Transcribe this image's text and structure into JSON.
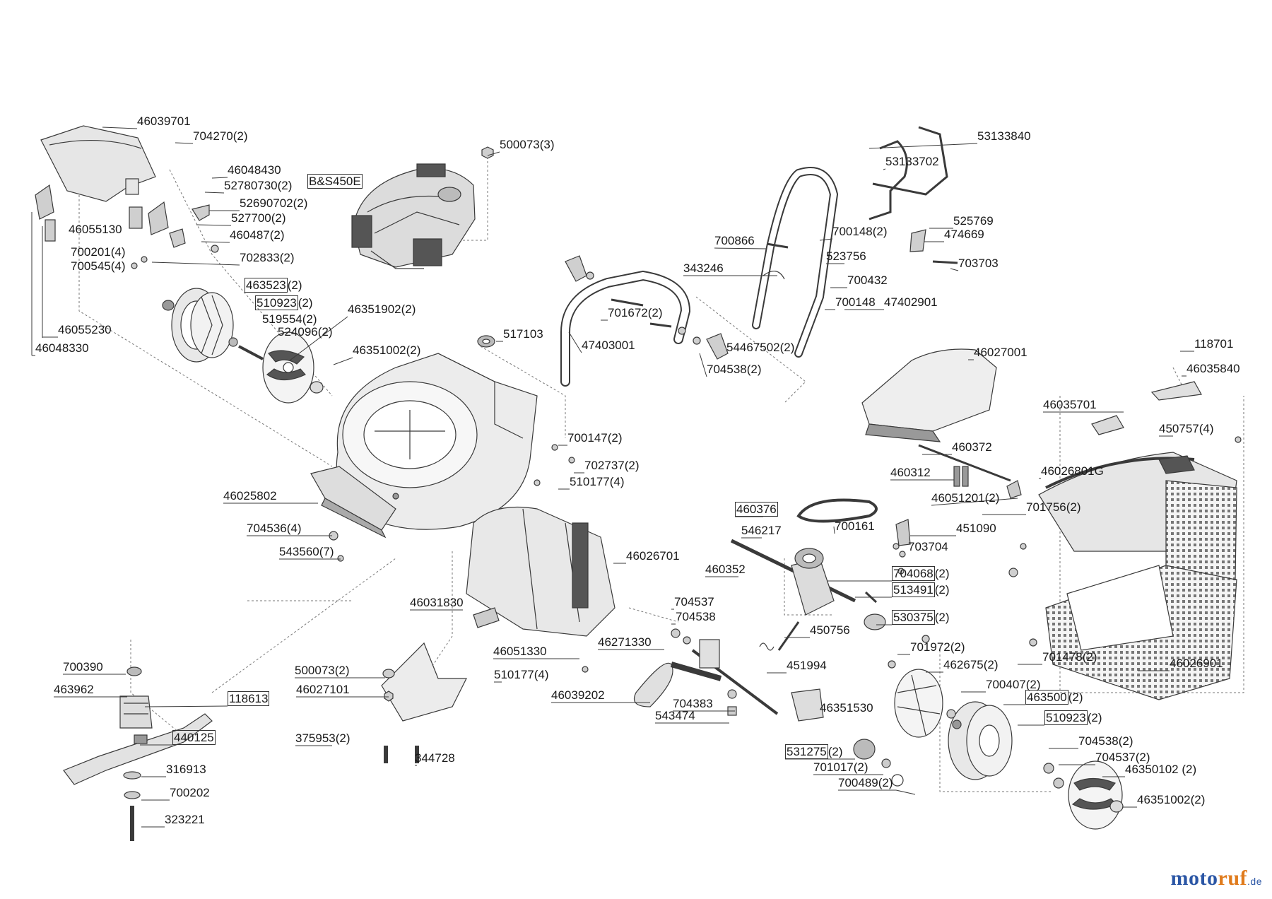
{
  "labels": [
    {
      "text": "46039701"
    },
    {
      "text": "704270(2)"
    },
    {
      "text": "46048430"
    },
    {
      "text": "52780730(2)"
    },
    {
      "text": "52690702(2)"
    },
    {
      "text": "527700(2)"
    },
    {
      "text": "46055130"
    },
    {
      "text": "460487(2)"
    },
    {
      "text": "700201(4)"
    },
    {
      "text": "702833(2)"
    },
    {
      "text": "700545(4)"
    },
    {
      "text": "463523",
      "suffix": "(2)",
      "boxed": true
    },
    {
      "text": "510923",
      "suffix": "(2)",
      "boxed": true
    },
    {
      "text": "46351902(2)"
    },
    {
      "text": "519554(2)"
    },
    {
      "text": "524096(2)"
    },
    {
      "text": "46055230"
    },
    {
      "text": "46351002(2)"
    },
    {
      "text": "46048330"
    },
    {
      "text": "B&S450E",
      "boxed": true
    },
    {
      "text": "500073(3)"
    },
    {
      "text": "517103"
    },
    {
      "text": "47403001"
    },
    {
      "text": "701672(2)"
    },
    {
      "text": "54467502(2)"
    },
    {
      "text": "704538(2)"
    },
    {
      "text": "53133840"
    },
    {
      "text": "53133702"
    },
    {
      "text": "525769"
    },
    {
      "text": "474669"
    },
    {
      "text": "700148(2)"
    },
    {
      "text": "700866"
    },
    {
      "text": "523756"
    },
    {
      "text": "703703"
    },
    {
      "text": "343246"
    },
    {
      "text": "700432"
    },
    {
      "text": "700148"
    },
    {
      "text": "47402901"
    },
    {
      "text": "46027001"
    },
    {
      "text": "118701"
    },
    {
      "text": "46035840"
    },
    {
      "text": "46035701"
    },
    {
      "text": "450757(4)"
    },
    {
      "text": "460372"
    },
    {
      "text": "460312"
    },
    {
      "text": "46026801G"
    },
    {
      "text": "700147(2)"
    },
    {
      "text": "702737(2)"
    },
    {
      "text": "510177(4)"
    },
    {
      "text": "46025802"
    },
    {
      "text": "704536(4)"
    },
    {
      "text": "543560(7)"
    },
    {
      "text": "46051201(2)"
    },
    {
      "text": "460376",
      "boxed": true
    },
    {
      "text": "701756(2)"
    },
    {
      "text": "546217"
    },
    {
      "text": "700161"
    },
    {
      "text": "451090"
    },
    {
      "text": "703704"
    },
    {
      "text": "460352"
    },
    {
      "text": "704068",
      "suffix": "(2)",
      "boxed": true
    },
    {
      "text": "513491",
      "suffix": "(2)",
      "boxed": true
    },
    {
      "text": "530375",
      "suffix": "(2)",
      "boxed": true
    },
    {
      "text": "46026701"
    },
    {
      "text": "46031830"
    },
    {
      "text": "704537"
    },
    {
      "text": "704538"
    },
    {
      "text": "450756"
    },
    {
      "text": "451994"
    },
    {
      "text": "46271330"
    },
    {
      "text": "46051330"
    },
    {
      "text": "701972(2)"
    },
    {
      "text": "462675(2)"
    },
    {
      "text": "701478(2)"
    },
    {
      "text": "46026901"
    },
    {
      "text": "700390"
    },
    {
      "text": "500073(2)"
    },
    {
      "text": "46027101"
    },
    {
      "text": "510177(4)"
    },
    {
      "text": "463962"
    },
    {
      "text": "118613",
      "boxed": true
    },
    {
      "text": "46039202"
    },
    {
      "text": "704383"
    },
    {
      "text": "543474"
    },
    {
      "text": "46351530"
    },
    {
      "text": "700407(2)"
    },
    {
      "text": "463500",
      "suffix": "(2)",
      "boxed": true
    },
    {
      "text": "510923",
      "suffix": "(2)",
      "boxed": true
    },
    {
      "text": "440125",
      "boxed": true
    },
    {
      "text": "375953(2)"
    },
    {
      "text": "344728"
    },
    {
      "text": "531275",
      "suffix": "(2)",
      "boxed": true
    },
    {
      "text": "701017(2)"
    },
    {
      "text": "704538(2)"
    },
    {
      "text": "704537(2)"
    },
    {
      "text": "316913"
    },
    {
      "text": "700489(2)"
    },
    {
      "text": "46350102 (2)"
    },
    {
      "text": "700202"
    },
    {
      "text": "46351002(2)"
    },
    {
      "text": "323221"
    }
  ],
  "watermark": {
    "part1": "moto",
    "part2": "ruf",
    "part3": ".de"
  },
  "colors": {
    "line": "#3a3a3a",
    "fill": "#e6e6e6",
    "dark": "#555555",
    "label": "#1a1a1a"
  }
}
